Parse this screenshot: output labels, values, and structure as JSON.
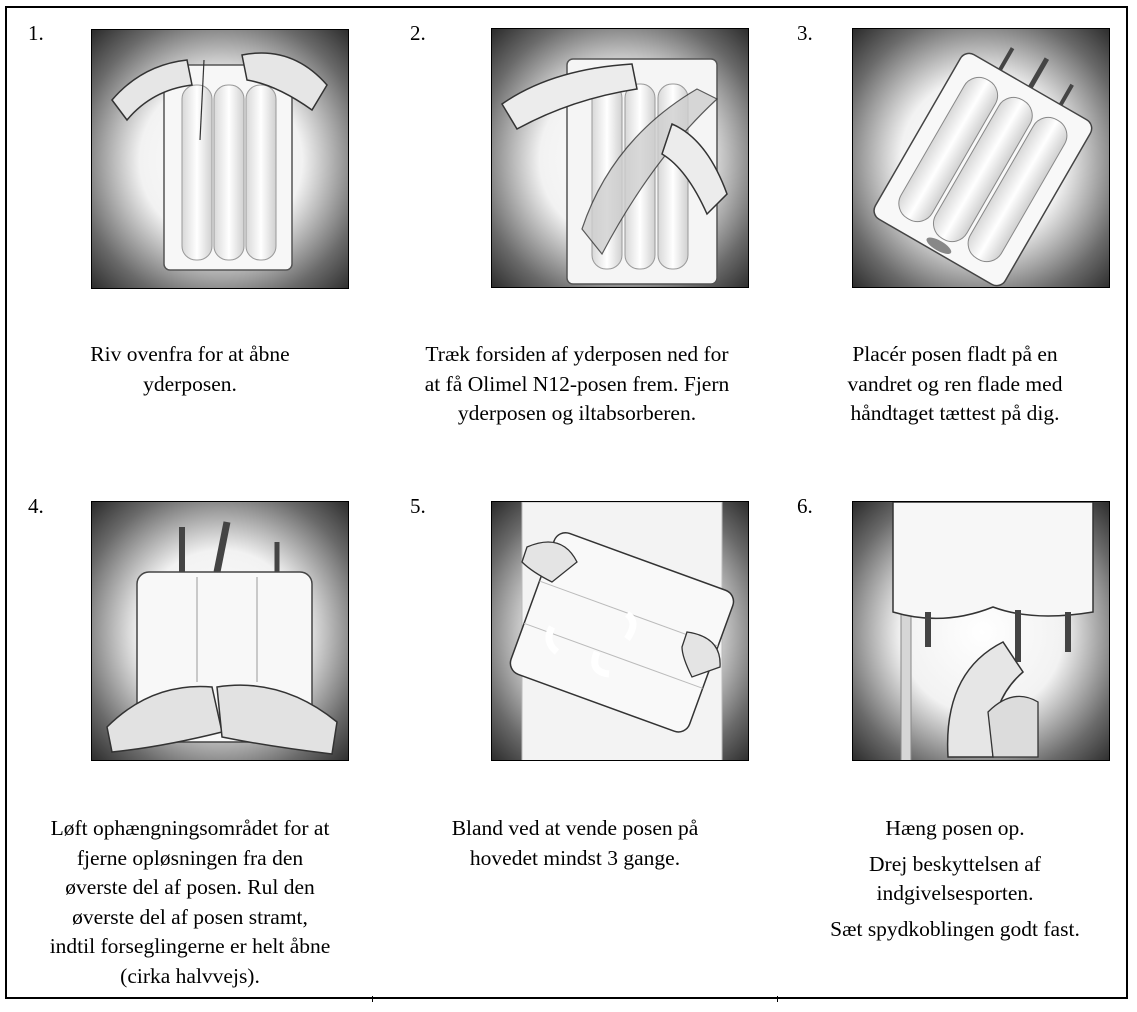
{
  "steps": [
    {
      "number": "1.",
      "illustration": "tear-open-overpouch",
      "lines": [
        "Riv ovenfra for at åbne",
        "yderposen."
      ]
    },
    {
      "number": "2.",
      "illustration": "pull-down-overpouch",
      "lines": [
        "Træk forsiden af yderposen ned for",
        "at få Olimel N12-posen frem. Fjern",
        "yderposen og iltabsorberen."
      ]
    },
    {
      "number": "3.",
      "illustration": "bag-flat-on-surface",
      "lines": [
        "Placér posen fladt på en",
        "vandret og ren flade med",
        "håndtaget tættest på dig."
      ]
    },
    {
      "number": "4.",
      "illustration": "roll-bag-top",
      "lines": [
        "Løft ophængningsområdet for at",
        "fjerne opløsningen fra den",
        "øverste del af posen. Rul den",
        "øverste del af posen stramt,",
        "indtil forseglingerne er helt åbne",
        "(cirka halvvejs)."
      ]
    },
    {
      "number": "5.",
      "illustration": "invert-bag-mix",
      "lines": [
        "Bland ved at vende posen på",
        "hovedet mindst 3 gange."
      ]
    },
    {
      "number": "6.",
      "illustration": "hang-bag-spike-port",
      "paragraphs": [
        "Hæng posen op.",
        "Drej beskyttelsen af indgivelsesporten.",
        "Sæt spydkoblingen godt fast."
      ],
      "lines": [
        "Hæng posen op.",
        "Drej beskyttelsen af",
        "indgivelsesporten.",
        "Sæt spydkoblingen godt fast."
      ]
    }
  ]
}
